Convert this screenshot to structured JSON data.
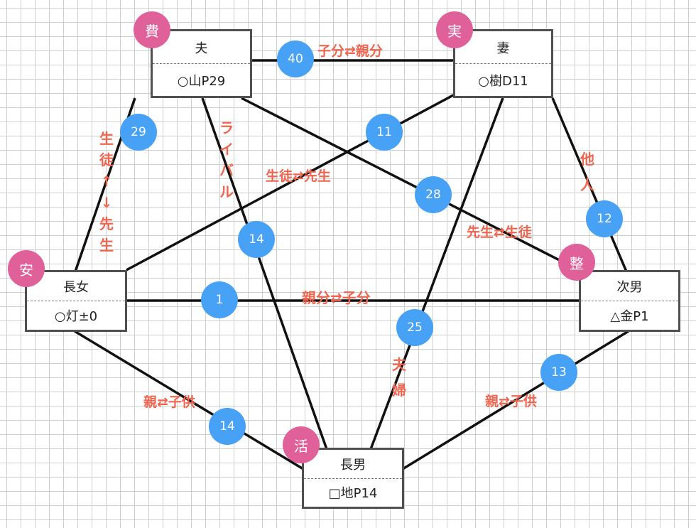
{
  "nodes": {
    "husband": {
      "name": "夫",
      "value": "○山P29",
      "badge": "費"
    },
    "wife": {
      "name": "妻",
      "value": "○樹D11",
      "badge": "実"
    },
    "eldest_daughter": {
      "name": "長女",
      "value": "○灯±0",
      "badge": "安"
    },
    "second_son": {
      "name": "次男",
      "value": "△金P1",
      "badge": "整"
    },
    "eldest_son": {
      "name": "長男",
      "value": "□地P14",
      "badge": "活"
    }
  },
  "edges": {
    "husband_wife": {
      "number": "40",
      "relation": "子分⇄親分"
    },
    "husband_daughter": {
      "number": "29",
      "relation": "生徒⇄先生"
    },
    "husband_eldest_son": {
      "number": "14",
      "relation": "ライバル"
    },
    "husband_second_son": {
      "number": "28",
      "relation": "先生⇄生徒"
    },
    "wife_daughter": {
      "number": "11",
      "relation": "生徒⇄先生"
    },
    "wife_second_son": {
      "number": "12",
      "relation": "他人"
    },
    "wife_eldest_son": {
      "number": "25",
      "relation": "夫婦"
    },
    "daughter_second_son": {
      "number": "1",
      "relation": "親分⇄子分"
    },
    "daughter_eldest_son": {
      "number": "14",
      "relation": "親⇄子供"
    },
    "second_son_eldest_son": {
      "number": "13",
      "relation": "親⇄子供"
    }
  },
  "vertical_labels": {
    "husband_daughter_v": "生徒↑↓先生",
    "husband_eldest_son_v": "ライバル",
    "wife_second_son_v": "他人",
    "wife_eldest_son_v": "夫婦"
  },
  "colors": {
    "number_circle": "#47a1f5",
    "badge_circle": "#e0609a",
    "relation_label": "#ee6650",
    "line": "#111111"
  }
}
